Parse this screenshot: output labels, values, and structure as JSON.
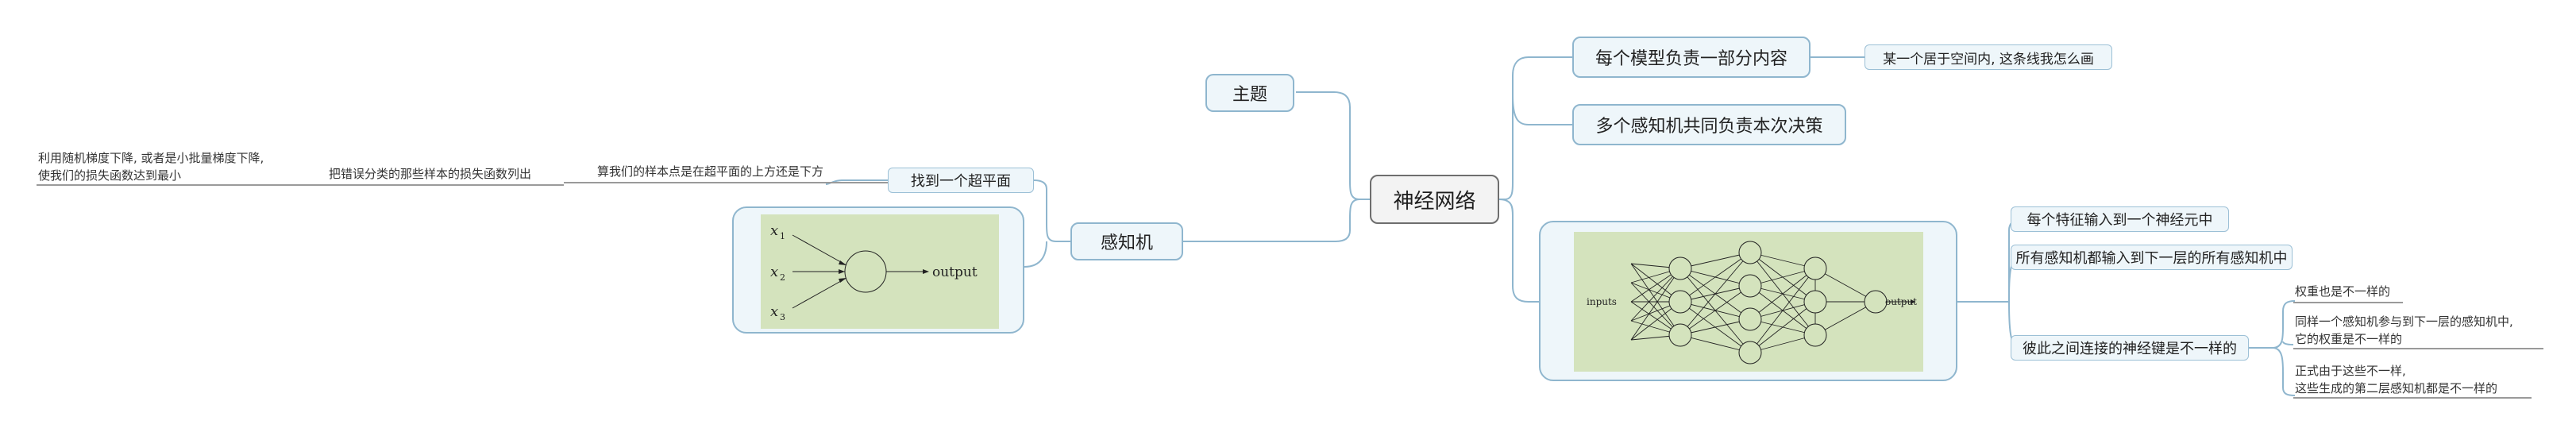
{
  "central": {
    "label": "神经网络"
  },
  "topic": {
    "label": "主题"
  },
  "right": {
    "model_part": {
      "label": "每个模型负责一部分内容",
      "note": "某一个居于空间内, 这条线我怎么画"
    },
    "multi_perceptron": {
      "label": "多个感知机共同负责本次决策"
    },
    "network_figure": {
      "inputs_label": "inputs",
      "output_label": "output"
    },
    "feature_input": {
      "label": "每个特征输入到一个神经元中"
    },
    "all_to_next": {
      "label": "所有感知机都输入到下一层的所有感知机中"
    },
    "weights_diff": {
      "label": "彼此之间连接的神经键是不一样的",
      "notes": [
        {
          "lines": [
            "权重也是不一样的"
          ]
        },
        {
          "lines": [
            "同样一个感知机参与到下一层的感知机中,",
            "它的权重是不一样的"
          ]
        },
        {
          "lines": [
            "正式由于这些不一样,",
            "这些生成的第二层感知机都是不一样的"
          ]
        }
      ]
    }
  },
  "left": {
    "perceptron": {
      "label": "感知机"
    },
    "hyperplane": {
      "label": "找到一个超平面"
    },
    "above_below": {
      "label": "算我们的样本点是在超平面的上方还是下方"
    },
    "loss_sum": {
      "label": "把错误分类的那些样本的损失函数列出"
    },
    "sgd": {
      "lines": [
        "利用随机梯度下降, 或者是小批量梯度下降,",
        "使我们的损失函数达到最小"
      ]
    },
    "perceptron_figure": {
      "inputs": [
        "x",
        "x",
        "x"
      ],
      "subscripts": [
        "1",
        "2",
        "3"
      ],
      "output_label": "output"
    }
  },
  "colors": {
    "line": "#8fb6ce",
    "node_fill": "#eef6fa",
    "figure_fill": "#d4e3bd",
    "central_border": "#6e6e6e"
  }
}
